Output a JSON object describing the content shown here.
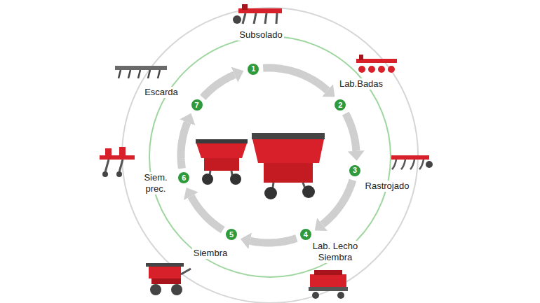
{
  "diagram": {
    "nodes": [
      {
        "text": [
          "1"
        ]
      },
      {
        "text": [
          "2"
        ]
      },
      {
        "text": [
          "3"
        ]
      },
      {
        "text": [
          "4"
        ]
      },
      {
        "text": [
          "5"
        ]
      },
      {
        "text": [
          "6"
        ]
      },
      {
        "text": [
          "7"
        ]
      }
    ],
    "edges": [
      {
        "from": 0,
        "to": 1,
        "arrow": "to"
      },
      {
        "from": 1,
        "to": 2,
        "arrow": "to"
      },
      {
        "from": 2,
        "to": 3,
        "arrow": "to"
      },
      {
        "from": 3,
        "to": 4,
        "arrow": "to"
      },
      {
        "from": 4,
        "to": 5,
        "arrow": "to"
      },
      {
        "from": 5,
        "to": 6,
        "arrow": "to"
      },
      {
        "from": 6,
        "to": 0,
        "arrow": "to"
      }
    ],
    "labels": [
      "Subsolado",
      "Lab.Badas",
      "Rastrojado",
      "Lab. Lecho Siembra",
      "Siembra",
      "Siem. prec.",
      "Escarda"
    ]
  }
}
